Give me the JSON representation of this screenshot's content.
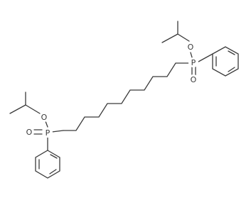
{
  "atoms": {
    "o_ether_top": "O",
    "p_top": "P",
    "o_oxo_top": "O",
    "o_ether_bottom": "O",
    "p_bottom": "P",
    "o_oxo_bottom": "O"
  }
}
